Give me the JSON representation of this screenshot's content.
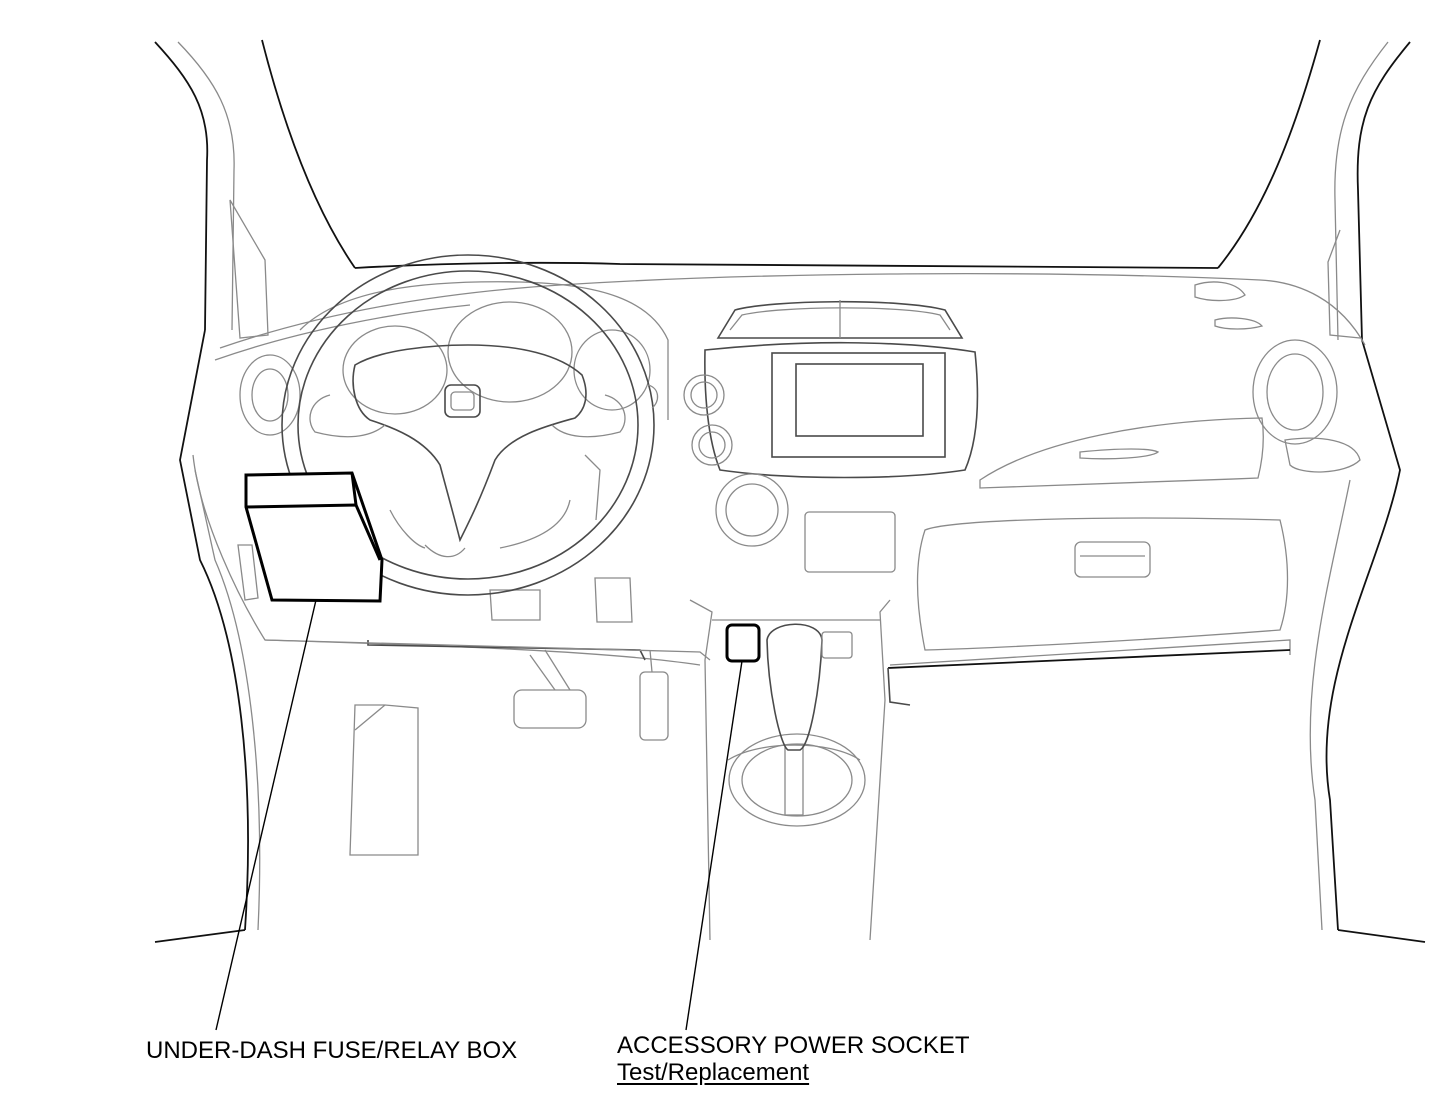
{
  "labels": {
    "fuse_box": "UNDER-DASH FUSE/RELAY BOX",
    "power_socket": "ACCESSORY POWER SOCKET",
    "power_socket_sub": "Test/Replacement"
  }
}
